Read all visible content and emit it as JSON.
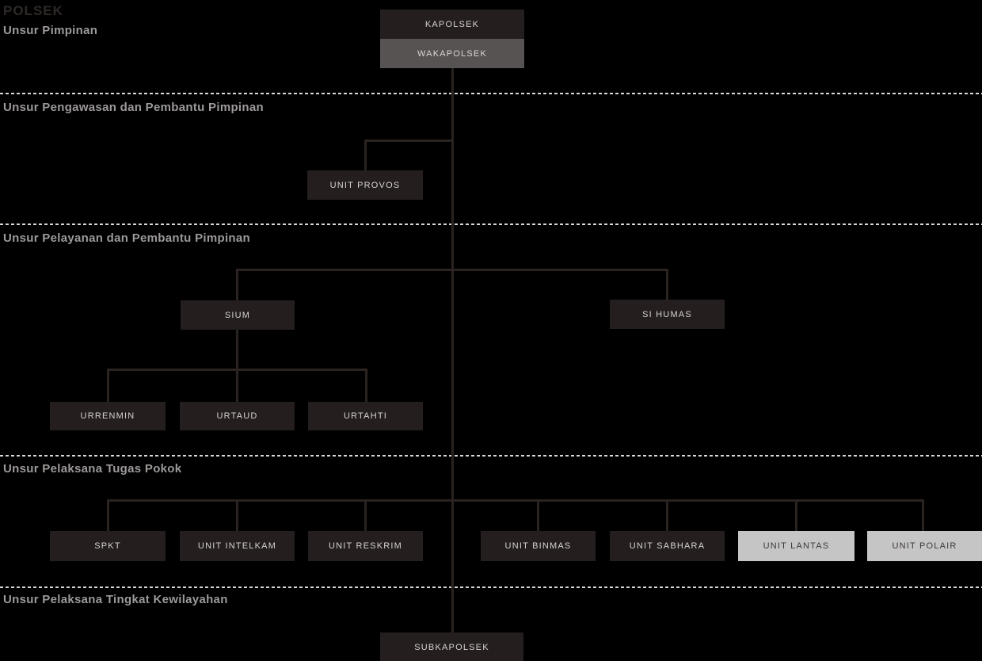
{
  "title": "POLSEK",
  "sections": [
    {
      "label": "Unsur Pimpinan"
    },
    {
      "label": "Unsur Pengawasan dan Pembantu Pimpinan"
    },
    {
      "label": "Unsur Pelayanan dan Pembantu Pimpinan"
    },
    {
      "label": "Unsur Pelaksana Tugas Pokok"
    },
    {
      "label": "Unsur Pelaksana Tingkat Kewilayahan"
    }
  ],
  "nodes": {
    "kapolsek": {
      "label": "KAPOLSEK",
      "variant": "dark",
      "section": "Unsur Pimpinan"
    },
    "wakapolsek": {
      "label": "WAKAPOLSEK",
      "variant": "gray",
      "section": "Unsur Pimpinan"
    },
    "unit_provos": {
      "label": "UNIT PROVOS",
      "variant": "dark",
      "section": "Unsur Pengawasan dan Pembantu Pimpinan"
    },
    "sium": {
      "label": "SIUM",
      "variant": "dark",
      "section": "Unsur Pelayanan dan Pembantu Pimpinan"
    },
    "si_humas": {
      "label": "SI HUMAS",
      "variant": "dark",
      "section": "Unsur Pelayanan dan Pembantu Pimpinan"
    },
    "urrenmin": {
      "label": "URRENMIN",
      "variant": "dark",
      "section": "Unsur Pelayanan dan Pembantu Pimpinan"
    },
    "urtaud": {
      "label": "URTAUD",
      "variant": "dark",
      "section": "Unsur Pelayanan dan Pembantu Pimpinan"
    },
    "urtahti": {
      "label": "URTAHTI",
      "variant": "dark",
      "section": "Unsur Pelayanan dan Pembantu Pimpinan"
    },
    "spkt": {
      "label": "SPKT",
      "variant": "dark",
      "section": "Unsur Pelaksana Tugas Pokok"
    },
    "unit_intelkam": {
      "label": "UNIT INTELKAM",
      "variant": "dark",
      "section": "Unsur Pelaksana Tugas Pokok"
    },
    "unit_reskrim": {
      "label": "UNIT RESKRIM",
      "variant": "dark",
      "section": "Unsur Pelaksana Tugas Pokok"
    },
    "unit_binmas": {
      "label": "UNIT BINMAS",
      "variant": "dark",
      "section": "Unsur Pelaksana Tugas Pokok"
    },
    "unit_sabhara": {
      "label": "UNIT SABHARA",
      "variant": "dark",
      "section": "Unsur Pelaksana Tugas Pokok"
    },
    "unit_lantas": {
      "label": "UNIT LANTAS",
      "variant": "light",
      "section": "Unsur Pelaksana Tugas Pokok"
    },
    "unit_polair": {
      "label": "UNIT POLAIR",
      "variant": "light",
      "section": "Unsur Pelaksana Tugas Pokok"
    },
    "subkapolsek": {
      "label": "SUBKAPOLSEK",
      "variant": "dark",
      "section": "Unsur Pelaksana Tingkat Kewilayahan"
    }
  },
  "edges": [
    {
      "from": "wakapolsek",
      "to": "unit_provos"
    },
    {
      "from": "wakapolsek",
      "to": "sium"
    },
    {
      "from": "wakapolsek",
      "to": "si_humas"
    },
    {
      "from": "sium",
      "to": "urrenmin"
    },
    {
      "from": "sium",
      "to": "urtaud"
    },
    {
      "from": "sium",
      "to": "urtahti"
    },
    {
      "from": "wakapolsek",
      "to": "spkt"
    },
    {
      "from": "wakapolsek",
      "to": "unit_intelkam"
    },
    {
      "from": "wakapolsek",
      "to": "unit_reskrim"
    },
    {
      "from": "wakapolsek",
      "to": "unit_binmas"
    },
    {
      "from": "wakapolsek",
      "to": "unit_sabhara"
    },
    {
      "from": "wakapolsek",
      "to": "unit_lantas"
    },
    {
      "from": "wakapolsek",
      "to": "unit_polair"
    },
    {
      "from": "wakapolsek",
      "to": "subkapolsek"
    }
  ],
  "colors": {
    "background": "#000000",
    "dark_box": "#241f1e",
    "gray_box": "#575353",
    "light_box": "#c6c5c5",
    "dark_box_text": "#d5d2d1",
    "light_box_text": "#3d3936",
    "connector_line": "#2a2320",
    "divider_dashed": "#d9d9d9",
    "section_label_text": "#9d9a99",
    "title_text": "#2e2927"
  }
}
